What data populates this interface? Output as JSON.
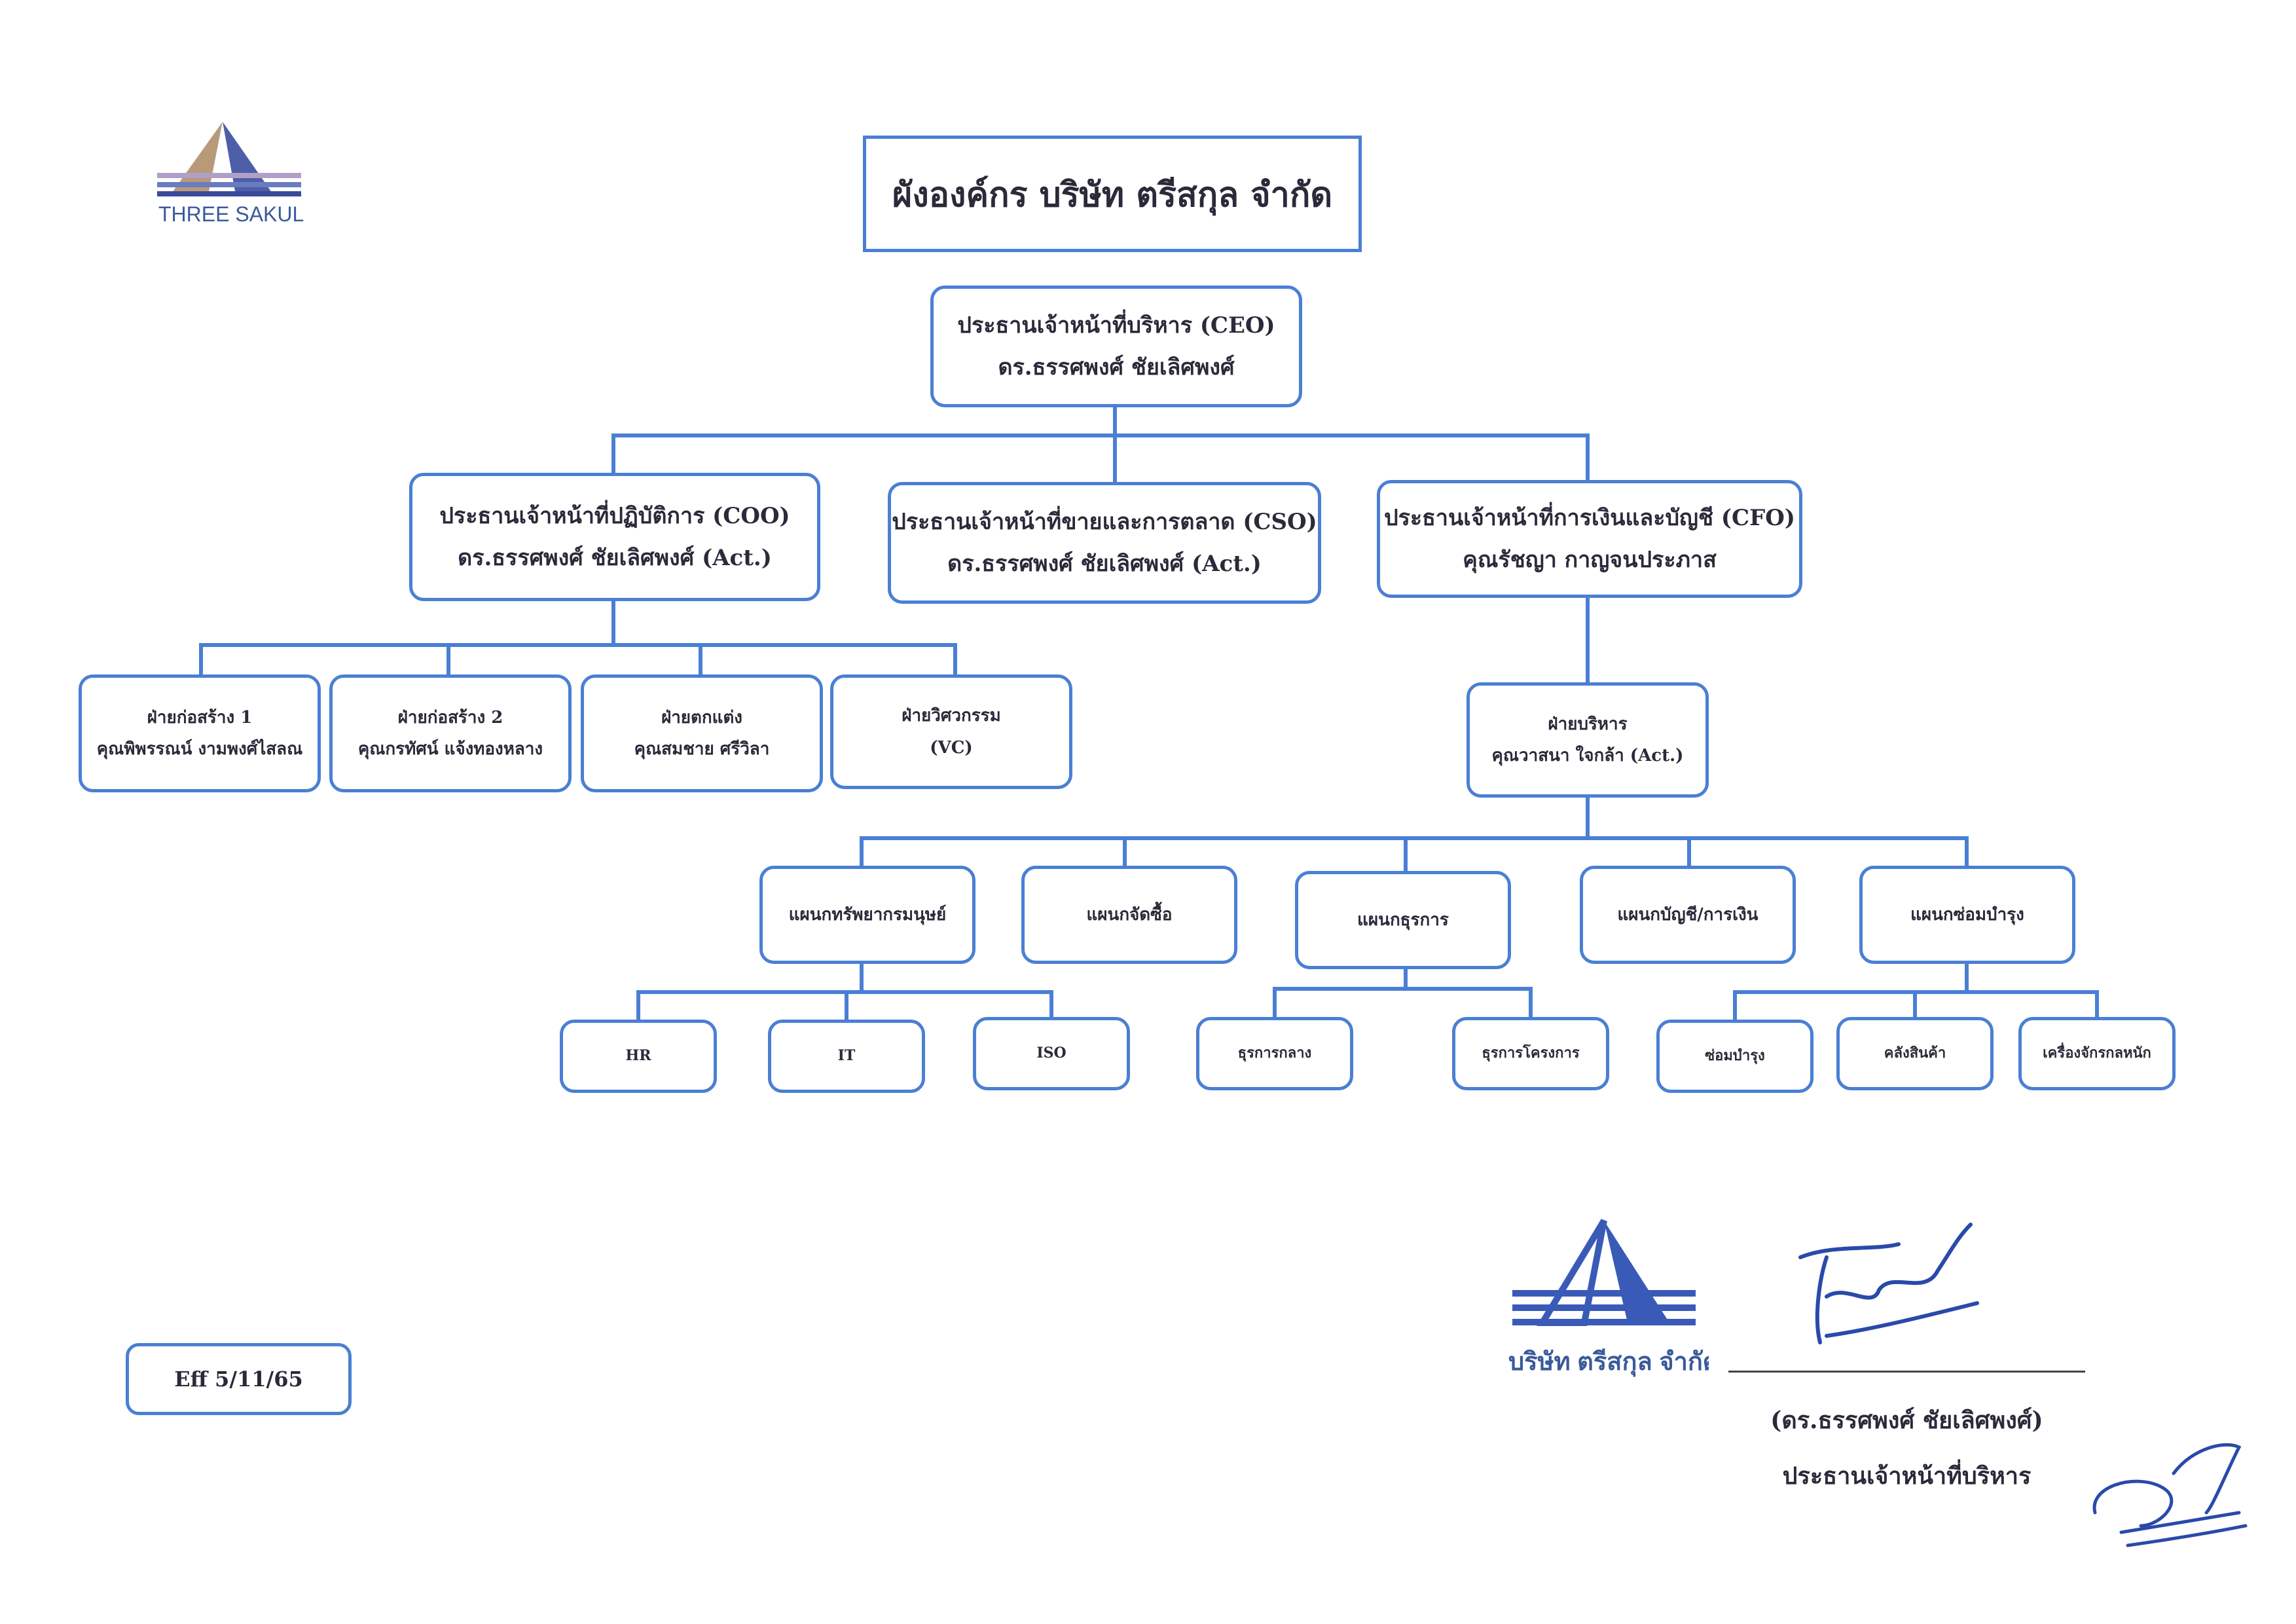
{
  "logo_top": {
    "text": "THREE SAKUL"
  },
  "logo_stamp": {
    "text": "บริษัท ตรีสกุล จำกัด"
  },
  "title": "ผังองค์กร บริษัท ตรีสกุล จำกัด",
  "ceo": {
    "role": "ประธานเจ้าหน้าที่บริหาร (CEO)",
    "name": "ดร.ธรรศพงศ์ ชัยเลิศพงศ์"
  },
  "coo": {
    "role": "ประธานเจ้าหน้าที่ปฏิบัติการ (COO)",
    "name": "ดร.ธรรศพงศ์ ชัยเลิศพงศ์ (Act.)"
  },
  "cso": {
    "role": "ประธานเจ้าหน้าที่ขายและการตลาด (CSO)",
    "name": "ดร.ธรรศพงศ์ ชัยเลิศพงศ์ (Act.)"
  },
  "cfo": {
    "role": "ประธานเจ้าหน้าที่การเงินและบัญชี (CFO)",
    "name": "คุณรัชญา กาญจนประภาส"
  },
  "coo_divisions": [
    {
      "name": "ฝ่ายก่อสร้าง 1",
      "head": "คุณพิพรรณน์ งามพงศ์ไสลณ"
    },
    {
      "name": "ฝ่ายก่อสร้าง 2",
      "head": "คุณกรทัศน์ แจ้งทองหลาง"
    },
    {
      "name": "ฝ่ายตกแต่ง",
      "head": "คุณสมชาย ศรีวิลา"
    },
    {
      "name": "ฝ่ายวิศวกรรม",
      "head": "(VC)"
    }
  ],
  "admin": {
    "name": "ฝ่ายบริหาร",
    "head": "คุณวาสนา ใจกล้า (Act.)"
  },
  "departments": [
    {
      "name": "แผนกทรัพยากรมนุษย์"
    },
    {
      "name": "แผนกจัดซื้อ"
    },
    {
      "name": "แผนกธุรการ"
    },
    {
      "name": "แผนกบัญชี/การเงิน"
    },
    {
      "name": "แผนกซ่อมบำรุง"
    }
  ],
  "units": [
    {
      "name": "HR"
    },
    {
      "name": "IT"
    },
    {
      "name": "ISO"
    },
    {
      "name": "ธุรการกลาง"
    },
    {
      "name": "ธุรการโครงการ"
    },
    {
      "name": "ซ่อมบำรุง"
    },
    {
      "name": "คลังสินค้า"
    },
    {
      "name": "เครื่องจักรกลหนัก"
    }
  ],
  "effective": "Eff 5/11/65",
  "signatory": {
    "name": "(ดร.ธรรศพงศ์ ชัยเลิศพงศ์)",
    "position": "ประธานเจ้าหน้าที่บริหาร"
  },
  "colors": {
    "box_border": "#4a7fd4",
    "logo_blue": "#3a5a9a",
    "logo_tan": "#b89a7a"
  }
}
